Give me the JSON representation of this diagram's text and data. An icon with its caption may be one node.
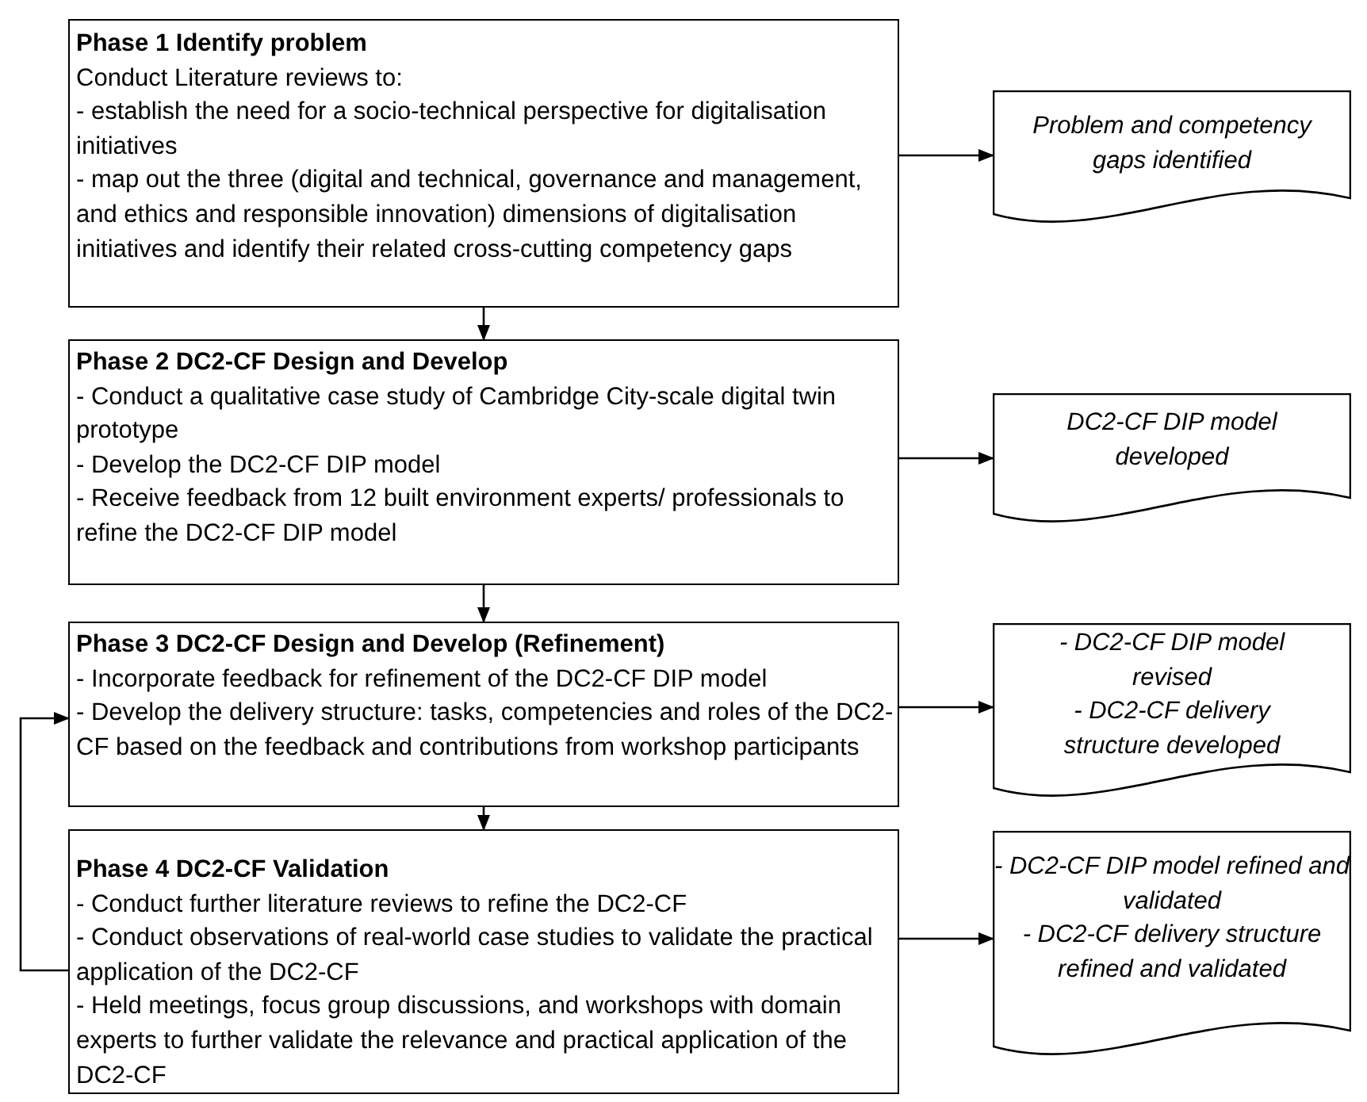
{
  "diagram": {
    "nodes": [
      {
        "text": [
          "Phase 1 Identify problem",
          "Conduct Literature reviews to:",
          "- establish the need for a socio-technical perspective for digitalisation initiatives",
          "- map out the three (digital and technical, governance and management, and ethics and responsible innovation) dimensions of digitalisation initiatives and identify their related cross-cutting competency gaps"
        ]
      },
      {
        "text": [
          "Problem and competency gaps identified"
        ]
      },
      {
        "text": [
          "Phase 2 DC2-CF Design and Develop",
          "- Conduct a qualitative case study of Cambridge City-scale digital twin prototype",
          "- Develop the DC2-CF DIP model",
          "- Receive feedback from 12 built environment experts/ professionals to refine the DC2-CF DIP model"
        ]
      },
      {
        "text": [
          "DC2-CF DIP model developed"
        ]
      },
      {
        "text": [
          "Phase 3 DC2-CF Design and Develop (Refinement)",
          "- Incorporate feedback for refinement of the DC2-CF DIP model",
          "- Develop the delivery structure: tasks, competencies and roles of the DC2-CF based on the feedback and contributions from workshop participants"
        ]
      },
      {
        "text": [
          "- DC2-CF DIP model revised",
          "- DC2-CF delivery structure developed"
        ]
      },
      {
        "text": [
          "Phase 4 DC2-CF Validation",
          "- Conduct further literature reviews to refine the DC2-CF",
          "- Conduct observations of real-world case studies to validate the practical application of the DC2-CF",
          "- Held meetings, focus group discussions, and workshops with domain experts to further validate the relevance and practical application of the DC2-CF"
        ]
      },
      {
        "text": [
          "- DC2-CF DIP model refined and validated",
          "- DC2-CF delivery structure refined and validated"
        ]
      }
    ],
    "edges": [
      {
        "from": 0,
        "to": 1,
        "arrow": "to"
      },
      {
        "from": 0,
        "to": 2,
        "arrow": "to"
      },
      {
        "from": 2,
        "to": 3,
        "arrow": "to"
      },
      {
        "from": 2,
        "to": 4,
        "arrow": "to"
      },
      {
        "from": 4,
        "to": 5,
        "arrow": "to"
      },
      {
        "from": 4,
        "to": 6,
        "arrow": "to"
      },
      {
        "from": 6,
        "to": 7,
        "arrow": "to"
      },
      {
        "from": 6,
        "to": 4,
        "arrow": "to"
      }
    ]
  }
}
